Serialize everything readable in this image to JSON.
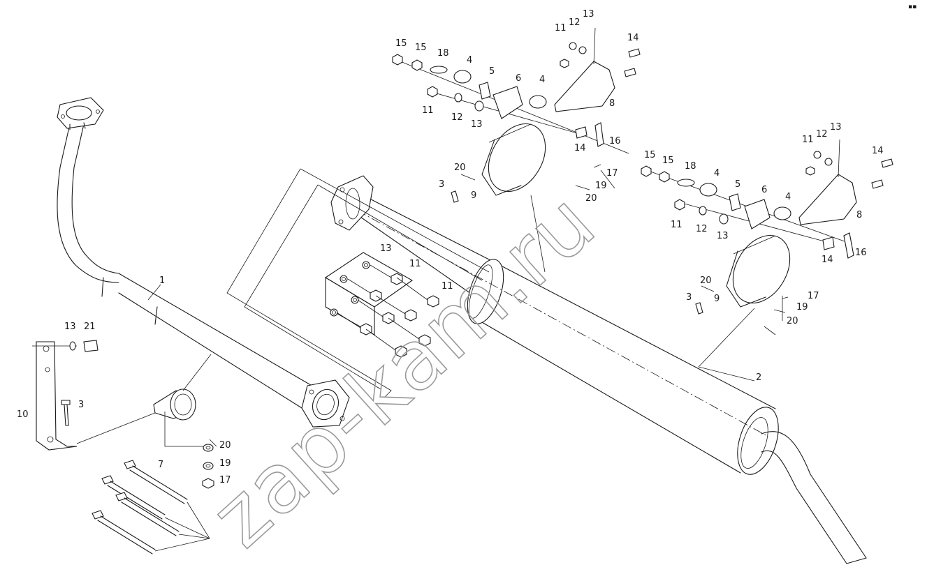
{
  "diagram": {
    "watermark": "zap-kam.ru",
    "corner_mark": "▪▪"
  },
  "callouts": {
    "c1": "1",
    "c2": "2",
    "c3a": "3",
    "c3b": "3",
    "c3c": "3",
    "c4a": "4",
    "c4b": "4",
    "c4c": "4",
    "c4d": "4",
    "c5a": "5",
    "c5b": "5",
    "c6a": "6",
    "c6b": "6",
    "c7": "7",
    "c8a": "8",
    "c8b": "8",
    "c9a": "9",
    "c9b": "9",
    "c10": "10",
    "c11a": "11",
    "c11b": "11",
    "c11c": "11",
    "c11d": "11",
    "c11e": "11",
    "c11f": "11",
    "c12a": "12",
    "c12b": "12",
    "c12c": "12",
    "c12d": "12",
    "c13a": "13",
    "c13b": "13",
    "c13c": "13",
    "c13d": "13",
    "c13e": "13",
    "c13f": "13",
    "c14a": "14",
    "c14b": "14",
    "c14c": "14",
    "c14d": "14",
    "c15a": "15",
    "c15b": "15",
    "c15c": "15",
    "c15d": "15",
    "c16a": "16",
    "c16b": "16",
    "c17a": "17",
    "c17b": "17",
    "c17c": "17",
    "c18a": "18",
    "c18b": "18",
    "c19a": "19",
    "c19b": "19",
    "c19c": "19",
    "c20a": "20",
    "c20b": "20",
    "c20c": "20",
    "c20d": "20",
    "c20e": "20",
    "c21": "21"
  }
}
